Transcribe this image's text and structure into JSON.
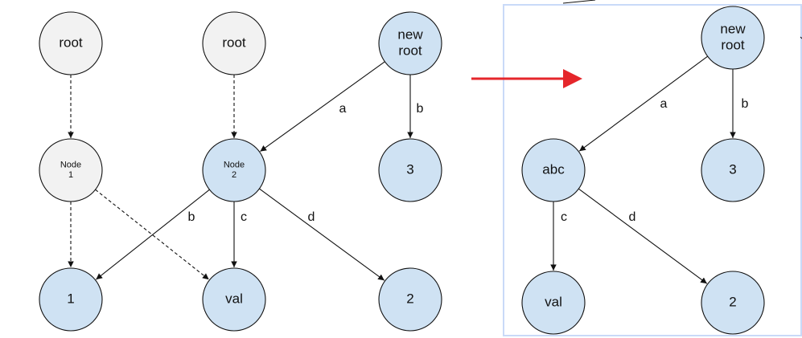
{
  "colors": {
    "gray_node_fill": "#f2f2f2",
    "blue_node_fill": "#cfe2f3",
    "node_stroke": "#111111",
    "edge": "#111111",
    "arrow": "#e5262b",
    "panel_border": "#c9daf8"
  },
  "left_diagram": {
    "nodes": {
      "root1": {
        "label": "root",
        "style": "gray"
      },
      "root2": {
        "label": "root",
        "style": "gray"
      },
      "newroot": {
        "lines": [
          "new",
          "root"
        ],
        "style": "blue"
      },
      "node1": {
        "lines": [
          "Node",
          "1"
        ],
        "style": "gray"
      },
      "node2": {
        "lines": [
          "Node",
          "2"
        ],
        "style": "blue"
      },
      "n3": {
        "label": "3",
        "style": "blue"
      },
      "n1": {
        "label": "1",
        "style": "blue"
      },
      "val": {
        "label": "val",
        "style": "blue"
      },
      "n2": {
        "label": "2",
        "style": "blue"
      }
    },
    "edges": [
      {
        "from": "root1",
        "to": "node1",
        "dashed": true,
        "label": ""
      },
      {
        "from": "root2",
        "to": "node2",
        "dashed": true,
        "label": ""
      },
      {
        "from": "newroot",
        "to": "node2",
        "dashed": false,
        "label": "a"
      },
      {
        "from": "newroot",
        "to": "n3",
        "dashed": false,
        "label": "b"
      },
      {
        "from": "node1",
        "to": "n1",
        "dashed": true,
        "label": ""
      },
      {
        "from": "node1",
        "to": "val",
        "dashed": true,
        "label": ""
      },
      {
        "from": "node2",
        "to": "n1",
        "dashed": false,
        "label": "b"
      },
      {
        "from": "node2",
        "to": "val",
        "dashed": false,
        "label": "c"
      },
      {
        "from": "node2",
        "to": "n2",
        "dashed": false,
        "label": "d"
      }
    ]
  },
  "right_diagram": {
    "nodes": {
      "newroot": {
        "lines": [
          "new",
          "root"
        ],
        "style": "blue"
      },
      "abc": {
        "label": "abc",
        "style": "blue"
      },
      "n3": {
        "label": "3",
        "style": "blue"
      },
      "val": {
        "label": "val",
        "style": "blue"
      },
      "n2": {
        "label": "2",
        "style": "blue"
      }
    },
    "edges": [
      {
        "from": "newroot",
        "to": "abc",
        "dashed": false,
        "label": "a"
      },
      {
        "from": "newroot",
        "to": "n3",
        "dashed": false,
        "label": "b"
      },
      {
        "from": "abc",
        "to": "val",
        "dashed": false,
        "label": "c"
      },
      {
        "from": "abc",
        "to": "n2",
        "dashed": false,
        "label": "d"
      }
    ]
  }
}
